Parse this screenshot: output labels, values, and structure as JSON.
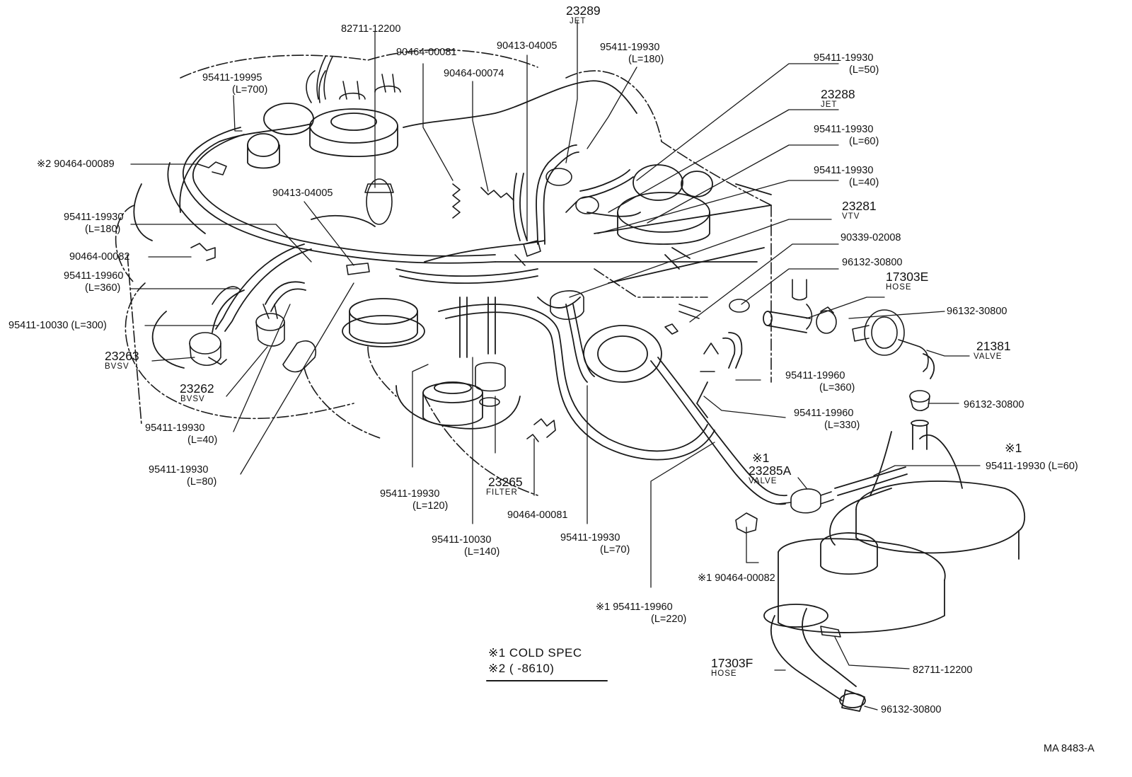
{
  "callouts": {
    "p23289": "23289",
    "p23289_sub": "JET",
    "p82711_top": "82711-12200",
    "p90464_00081_top": "90464-00081",
    "p90413_04005_top": "90413-04005",
    "p95411_19930_180_top": "95411-19930",
    "p95411_19930_180_top_len": "(L=180)",
    "p95411_19995": "95411-19995",
    "p95411_19995_len": "(L=700)",
    "p90464_00074": "90464-00074",
    "p95411_19930_50": "95411-19930",
    "p95411_19930_50_len": "(L=50)",
    "p23288": "23288",
    "p23288_sub": "JET",
    "p95411_19930_60a": "95411-19930",
    "p95411_19930_60a_len": "(L=60)",
    "p2_90464_00089": "※2 90464-00089",
    "p95411_19930_40a": "95411-19930",
    "p95411_19930_40a_len": "(L=40)",
    "p90413_04005_mid": "90413-04005",
    "p23281": "23281",
    "p23281_sub": "VTV",
    "p95411_19930_180_left": "95411-19930",
    "p95411_19930_180_left_len": "(L=180)",
    "p90339": "90339-02008",
    "p90464_00082_left": "90464-00082",
    "p96132_a": "96132-30800",
    "p95411_19960_360_left": "95411-19960",
    "p95411_19960_360_left_len": "(L=360)",
    "p17303E": "17303E",
    "p17303E_sub": "HOSE",
    "p96132_b": "96132-30800",
    "p95411_10030_300": "95411-10030 (L=300)",
    "p21381": "21381",
    "p21381_sub": "VALVE",
    "p23263": "23263",
    "p23263_sub": "BVSV",
    "p95411_19960_360_right": "95411-19960",
    "p95411_19960_360_right_len": "(L=360)",
    "p23262": "23262",
    "p23262_sub": "BVSV",
    "p96132_c": "96132-30800",
    "p95411_19960_330": "95411-19960",
    "p95411_19960_330_len": "(L=330)",
    "p95411_19930_40b": "95411-19930",
    "p95411_19930_40b_len": "(L=40)",
    "p_s1_a": "※1",
    "p_s1_b": "※1",
    "p23285A": "23285A",
    "p23285A_sub": "VALVE",
    "p95411_19930_60b": "95411-19930 (L=60)",
    "p95411_19930_80": "95411-19930",
    "p95411_19930_80_len": "(L=80)",
    "p23265": "23265",
    "p23265_sub": "FILTER",
    "p95411_19930_120": "95411-19930",
    "p95411_19930_120_len": "(L=120)",
    "p90464_00081_bot": "90464-00081",
    "p95411_10030_140": "95411-10030",
    "p95411_10030_140_len": "(L=140)",
    "p95411_19930_70": "95411-19930",
    "p95411_19930_70_len": "(L=70)",
    "p1_90464_00082": "※1 90464-00082",
    "p1_95411_19960": "※1 95411-19960",
    "p1_95411_19960_len": "(L=220)",
    "p17303F": "17303F",
    "p17303F_sub": "HOSE",
    "p82711_bot": "82711-12200",
    "p96132_d": "96132-30800"
  },
  "legend": {
    "line1": "※1 COLD  SPEC",
    "line2": "※2 (        -8610)"
  },
  "diagram_code": "MA  8483-A"
}
